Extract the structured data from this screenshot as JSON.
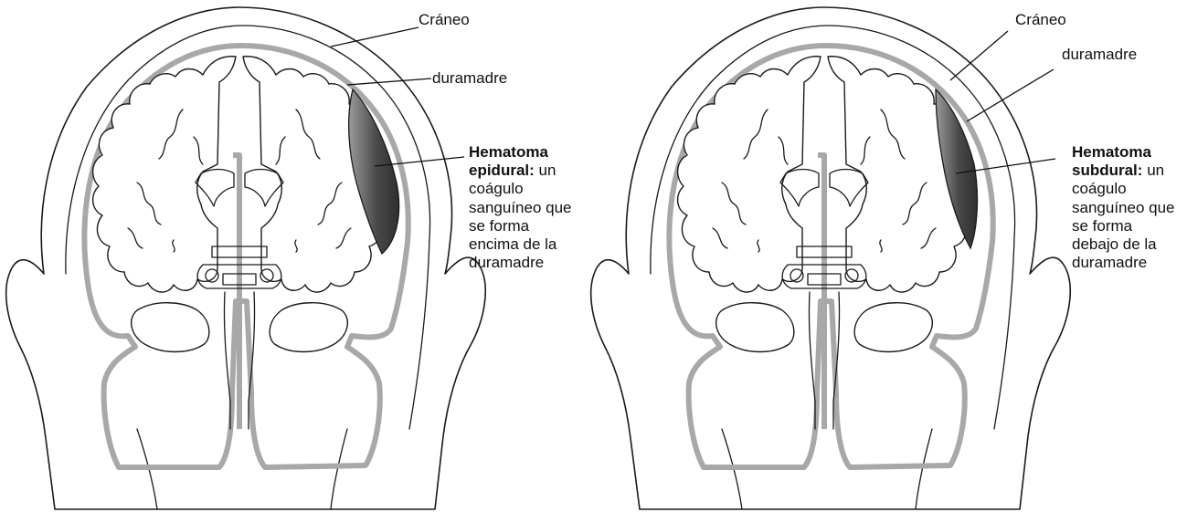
{
  "panels": [
    {
      "skull_label": "Cráneo",
      "dura_label": "duramadre",
      "hematoma_title": "Hematoma epidural:",
      "hematoma_text": "un coágulo sanguíneo que se forma encima de la duramadre"
    },
    {
      "skull_label": "Cráneo",
      "dura_label": "duramadre",
      "hematoma_title": "Hematoma subdural:",
      "hematoma_text": "un coágulo sanguíneo que se forma debajo de la duramadre"
    }
  ],
  "colors": {
    "dura": "#a8a8a8",
    "hematoma_dark": "#3a3a3a",
    "hematoma_light": "#9a9a9a",
    "line": "#1a1a1a"
  }
}
